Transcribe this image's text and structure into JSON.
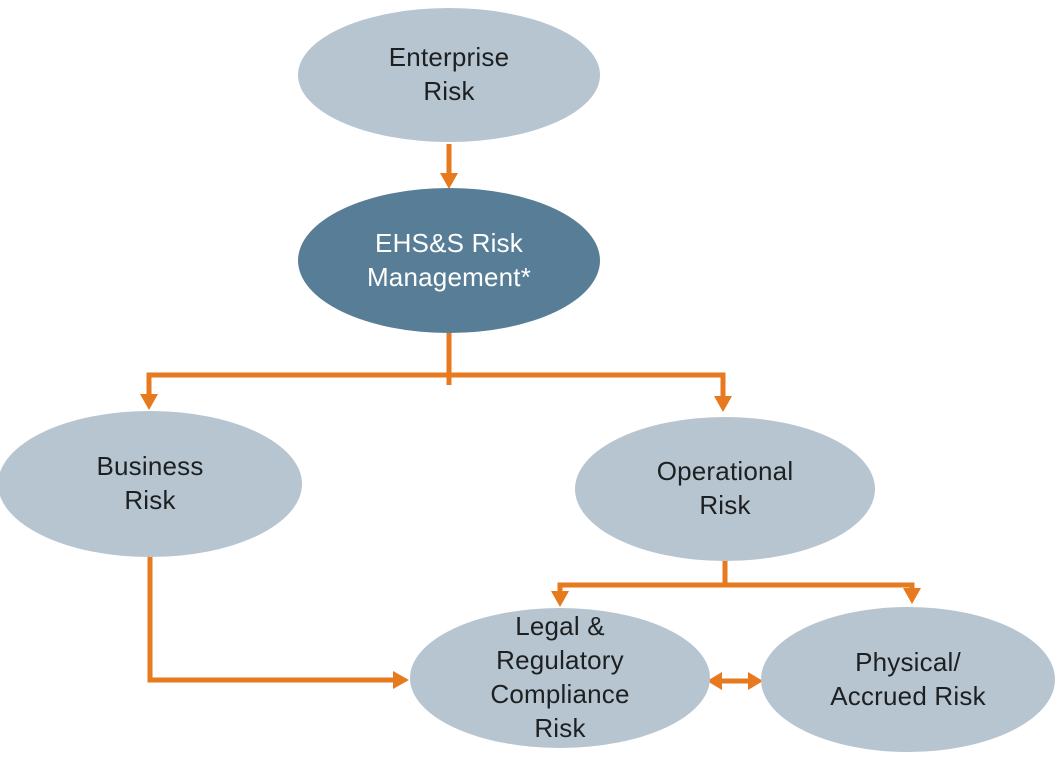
{
  "diagram": {
    "nodes": {
      "enterprise": {
        "label": "Enterprise\nRisk"
      },
      "ehss": {
        "label": "EHS&S Risk\nManagement*"
      },
      "business": {
        "label": "Business\nRisk"
      },
      "operational": {
        "label": "Operational\nRisk"
      },
      "legal": {
        "label": "Legal &\nRegulatory\nCompliance\nRisk"
      },
      "physical": {
        "label": "Physical/\nAccrued Risk"
      }
    },
    "edges": [
      {
        "from": "Enterprise Risk",
        "to": "EHS&S Risk Management*",
        "type": "arrow"
      },
      {
        "from": "EHS&S Risk Management*",
        "to": "Business Risk",
        "type": "arrow"
      },
      {
        "from": "EHS&S Risk Management*",
        "to": "Operational Risk",
        "type": "arrow"
      },
      {
        "from": "Business Risk",
        "to": "Legal & Regulatory Compliance Risk",
        "type": "arrow"
      },
      {
        "from": "Operational Risk",
        "to": "Legal & Regulatory Compliance Risk",
        "type": "arrow"
      },
      {
        "from": "Operational Risk",
        "to": "Physical/Accrued Risk",
        "type": "arrow"
      },
      {
        "from": "Legal & Regulatory Compliance Risk",
        "to": "Physical/Accrued Risk",
        "type": "double-arrow"
      }
    ],
    "colors": {
      "node_light": "#b7c5d1",
      "node_dark": "#587e97",
      "arrow": "#e7791f",
      "text_dark": "#1d2021",
      "text_light": "#ffffff"
    }
  }
}
